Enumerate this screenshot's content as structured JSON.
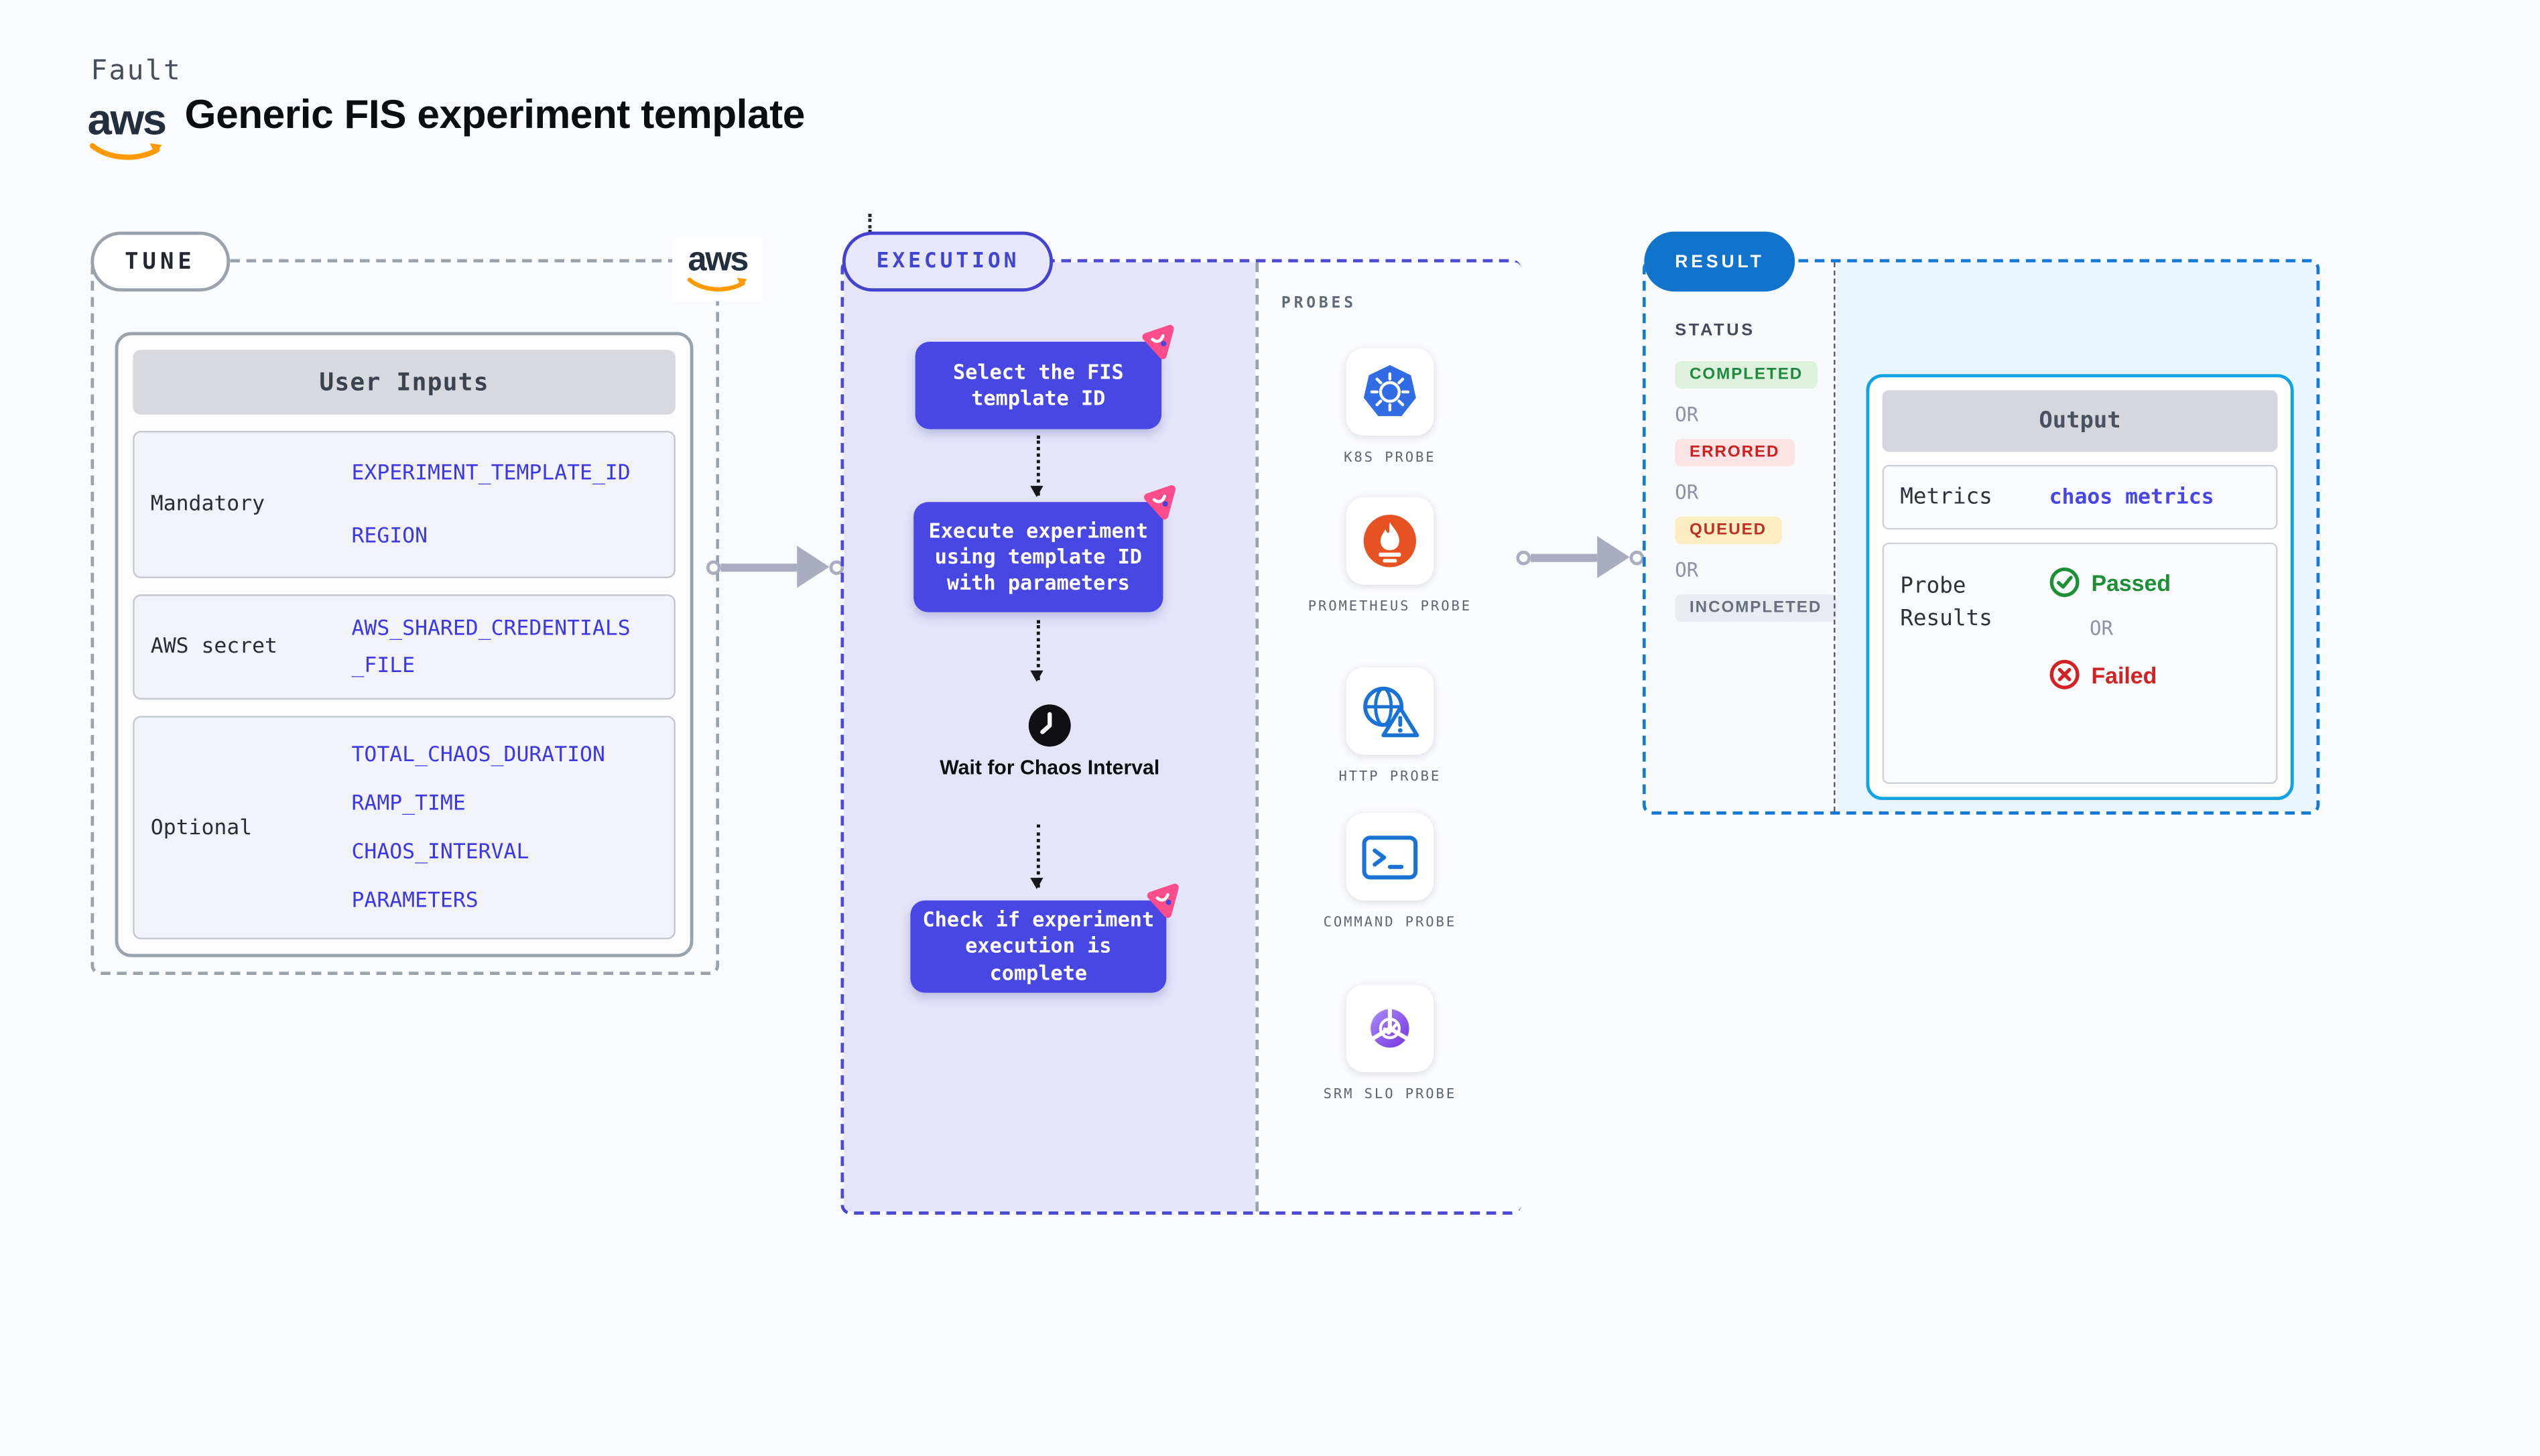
{
  "header": {
    "fault_label": "Fault",
    "aws_wordmark": "aws",
    "title": "Generic FIS experiment template"
  },
  "tune": {
    "label": "TUNE",
    "table": {
      "header": "User Inputs",
      "rows": [
        {
          "label": "Mandatory",
          "values": [
            "EXPERIMENT_TEMPLATE_ID",
            "REGION"
          ]
        },
        {
          "label": "AWS secret",
          "values": [
            "AWS_SHARED_CREDENTIALS_FILE"
          ]
        },
        {
          "label": "Optional",
          "values": [
            "TOTAL_CHAOS_DURATION",
            "RAMP_TIME",
            "CHAOS_INTERVAL",
            "PARAMETERS"
          ]
        }
      ]
    }
  },
  "execution": {
    "label": "EXECUTION",
    "steps": {
      "step1": "Select the FIS template ID",
      "step2": "Execute experiment using template ID with parameters",
      "wait": "Wait for Chaos Interval",
      "step3": "Check if experiment execution is complete"
    }
  },
  "probes": {
    "title": "PROBES",
    "items": [
      {
        "label": "K8S PROBE",
        "icon": "kubernetes-icon"
      },
      {
        "label": "PROMETHEUS PROBE",
        "icon": "prometheus-icon"
      },
      {
        "label": "HTTP PROBE",
        "icon": "http-globe-warning-icon"
      },
      {
        "label": "COMMAND PROBE",
        "icon": "terminal-icon"
      },
      {
        "label": "SRM SLO PROBE",
        "icon": "slo-donut-check-icon"
      }
    ]
  },
  "result": {
    "label": "RESULT",
    "status_title": "STATUS",
    "or_label": "OR",
    "statuses": [
      {
        "label": "COMPLETED",
        "text_color": "#1e8a3c",
        "bg_color": "#def1df"
      },
      {
        "label": "ERRORED",
        "text_color": "#cb2121",
        "bg_color": "#fae3e4"
      },
      {
        "label": "QUEUED",
        "text_color": "#bb3125",
        "bg_color": "#fcedc3"
      },
      {
        "label": "INCOMPLETED",
        "text_color": "#676f80",
        "bg_color": "#e9ebf0"
      }
    ],
    "output": {
      "header": "Output",
      "metrics_label": "Metrics",
      "metrics_value": "chaos metrics",
      "probe_results_label": "Probe Results",
      "passed_label": "Passed",
      "failed_label": "Failed"
    }
  },
  "colors": {
    "page_bg": "#fafbfe",
    "flow_node": "#4947e3",
    "execution_border": "#4a4ad2",
    "execution_fill": "#e5e5f9",
    "tune_border": "#9aa2ae",
    "value_text": "#3c38e6",
    "result_border": "#1478d6",
    "result_pill": "#1273cd",
    "output_border": "#12a3e3",
    "output_area_fill": "#e8f5fb",
    "badge_pink": "#fb4d8c",
    "aws_orange": "#ff9900",
    "passed_green": "#1e8f35",
    "failed_red": "#d32222",
    "connector_gray": "#a9adbf"
  }
}
